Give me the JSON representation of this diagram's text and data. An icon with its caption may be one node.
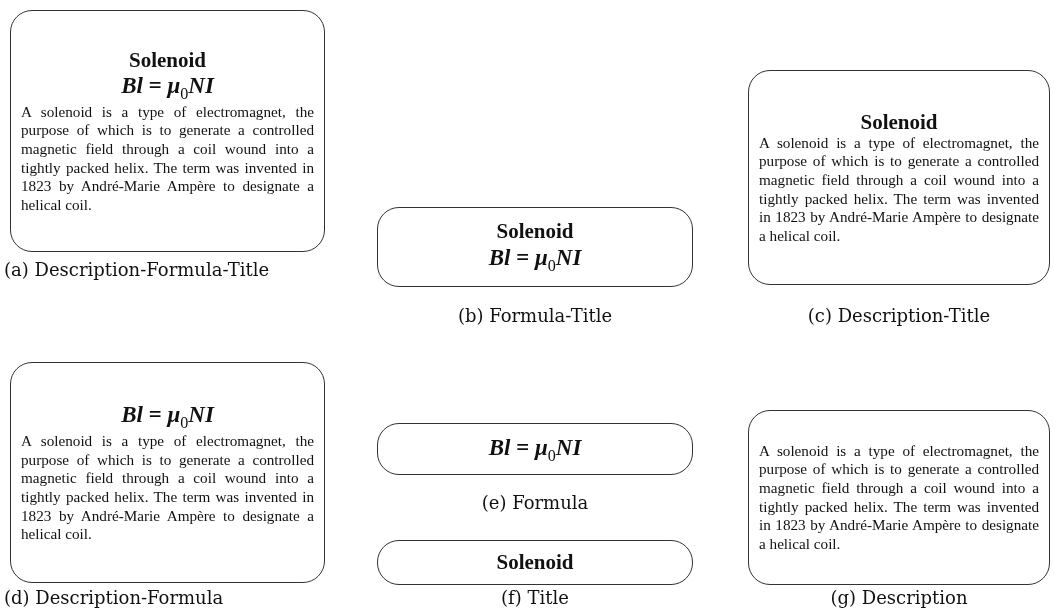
{
  "diagram": {
    "nodes": [
      {
        "text": [
          "Solenoid",
          "Bl = μ$_{0}$NI",
          "A solenoid is a type of electromagnet, the purpose of which is to generate a controlled magnetic field through a coil wound into a tightly packed helix. The term was invented in 1823 by André-Marie Ampère to designate a helical coil."
        ],
        "beside": [
          "(a) Description-Formula-Title"
        ]
      },
      {
        "text": [
          "Solenoid",
          "Bl = μ$_{0}$NI"
        ],
        "beside": [
          "(b) Formula-Title"
        ]
      },
      {
        "text": [
          "Solenoid",
          "A solenoid is a type of electromagnet, the purpose of which is to generate a controlled magnetic field through a coil wound into a tightly packed helix. The term was invented in 1823 by André-Marie Ampère to designate a helical coil."
        ],
        "beside": [
          "(c) Description-Title"
        ]
      },
      {
        "text": [
          "Bl = μ$_{0}$NI",
          "A solenoid is a type of electromagnet, the purpose of which is to generate a controlled magnetic field through a coil wound into a tightly packed helix. The term was invented in 1823 by André-Marie Ampère to designate a helical coil."
        ],
        "beside": [
          "(d) Description-Formula"
        ]
      },
      {
        "text": [
          "Bl = μ$_{0}$NI"
        ],
        "beside": [
          "(e) Formula"
        ]
      },
      {
        "text": [
          "Solenoid"
        ],
        "beside": [
          "(f) Title"
        ]
      },
      {
        "text": [
          "A solenoid is a type of electromagnet, the purpose of which is to generate a controlled magnetic field through a coil wound into a tightly packed helix. The term was invented in 1823 by André-Marie Ampère to designate a helical coil."
        ],
        "beside": [
          "(g) Description"
        ]
      }
    ]
  }
}
